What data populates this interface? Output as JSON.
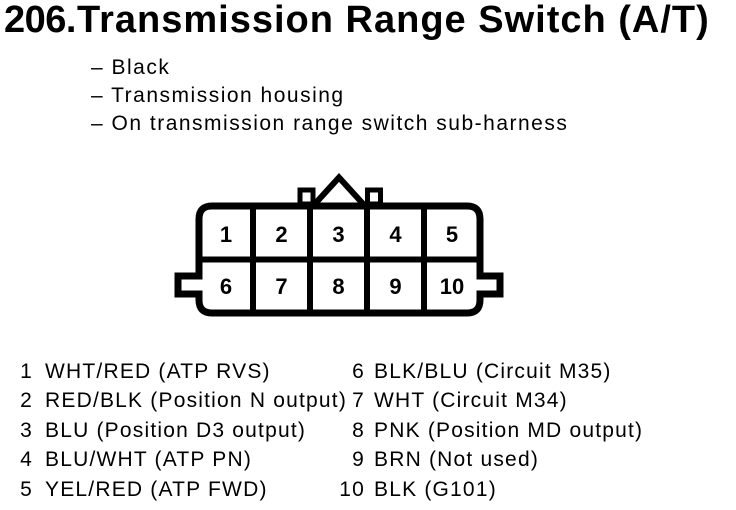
{
  "title": {
    "number": "206.",
    "text": "Transmission Range Switch (A/T)"
  },
  "notes": [
    "– Black",
    "– Transmission housing",
    "– On transmission range switch sub-harness"
  ],
  "connector": {
    "pins": [
      "1",
      "2",
      "3",
      "4",
      "5",
      "6",
      "7",
      "8",
      "9",
      "10"
    ]
  },
  "pin_list": {
    "left": [
      {
        "pin": "1",
        "desc": "WHT/RED (ATP RVS)"
      },
      {
        "pin": "2",
        "desc": "RED/BLK (Position N output)"
      },
      {
        "pin": "3",
        "desc": "BLU (Position D3 output)"
      },
      {
        "pin": "4",
        "desc": "BLU/WHT (ATP PN)"
      },
      {
        "pin": "5",
        "desc": "YEL/RED (ATP FWD)"
      }
    ],
    "right": [
      {
        "pin": "6",
        "desc": "BLK/BLU (Circuit M35)"
      },
      {
        "pin": "7",
        "desc": "WHT (Circuit M34)"
      },
      {
        "pin": "8",
        "desc": "PNK (Position MD output)"
      },
      {
        "pin": "9",
        "desc": "BRN (Not used)"
      },
      {
        "pin": "10",
        "desc": "BLK (G101)"
      }
    ]
  },
  "colors": {
    "ink": "#000000",
    "background": "#ffffff"
  }
}
